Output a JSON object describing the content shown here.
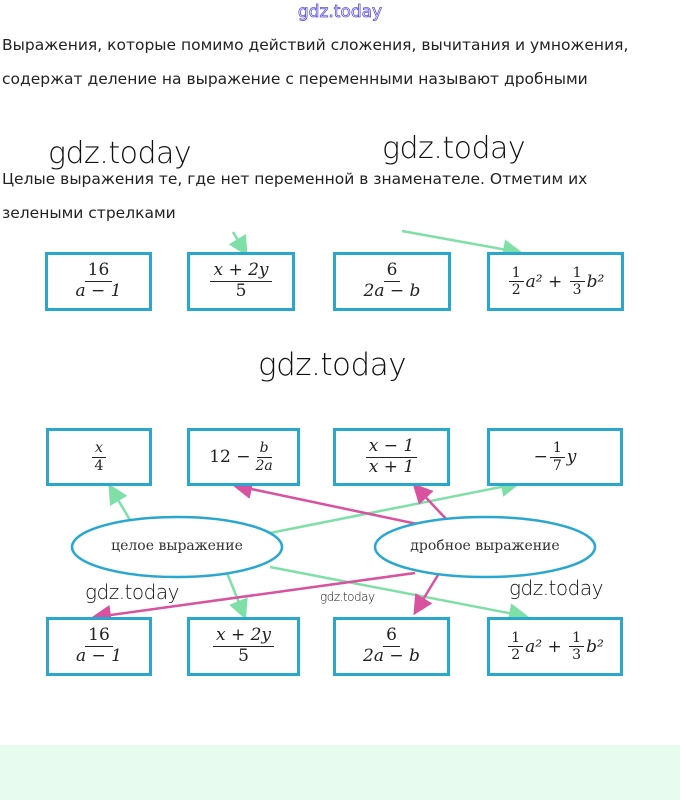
{
  "watermark": "gdz.today",
  "paragraph1": [
    "Выражения, которые помимо действий сложения, вычитания и умножения,",
    "содержат деление на выражение с переменными называют дробными"
  ],
  "paragraph2": [
    "Целые выражения те, где нет переменной в знаменателе. Отметим их",
    "зелеными стрелками"
  ],
  "expr": {
    "e16": {
      "n": "16",
      "d": "a − 1"
    },
    "ex2y": {
      "n": "x + 2y",
      "d": "5"
    },
    "e6": {
      "n": "6",
      "d": "2a − b"
    },
    "ehalf": {
      "n1": "1",
      "d1": "2",
      "v1": "a²",
      "plus": "+",
      "n2": "1",
      "d2": "3",
      "v2": "b²"
    },
    "ex4": {
      "n": "x",
      "d": "4"
    },
    "e12": {
      "a": "12 −",
      "n": "b",
      "d": "2a"
    },
    "exm1": {
      "n": "x − 1",
      "d": "x + 1"
    },
    "e7": {
      "minus": "−",
      "n": "1",
      "d": "7",
      "v": "y"
    }
  },
  "diagram": {
    "left_label": "целое выражение",
    "right_label": "дробное выражение"
  },
  "colors": {
    "box": "#2aa7cf",
    "green": "#7ee0a6",
    "pink": "#d9529f"
  }
}
